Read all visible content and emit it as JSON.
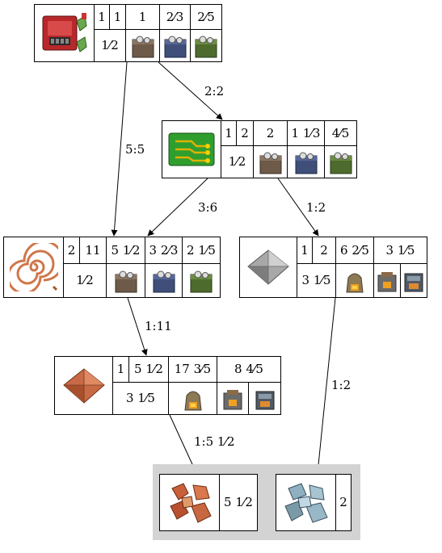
{
  "nodes": {
    "circuit_card": {
      "cells": [
        "1",
        "1",
        "1",
        "2⁄3",
        "2⁄5",
        "1⁄2"
      ],
      "icon": "red-circuit-assembler-icon",
      "machines": [
        "assembler-1-icon",
        "assembler-2-icon",
        "assembler-3-icon"
      ]
    },
    "electronic_circuit": {
      "cells": [
        "1",
        "2",
        "2",
        "1 1⁄3",
        "4⁄5",
        "1⁄2"
      ],
      "icon": "green-circuit-icon",
      "machines": [
        "assembler-1-icon",
        "assembler-2-icon",
        "assembler-3-icon"
      ]
    },
    "copper_cable": {
      "cells": [
        "2",
        "11",
        "5 1⁄2",
        "3 2⁄3",
        "2 1⁄5",
        "1⁄2"
      ],
      "icon": "copper-cable-icon",
      "machines": [
        "assembler-1-icon",
        "assembler-2-icon",
        "assembler-3-icon"
      ]
    },
    "iron_plate": {
      "cells": [
        "1",
        "2",
        "6 2⁄5",
        "3 1⁄5",
        "3 1⁄5"
      ],
      "icon": "iron-plate-icon",
      "machines": [
        "stone-furnace-icon",
        "steel-furnace-icon",
        "electric-furnace-icon"
      ]
    },
    "copper_plate": {
      "cells": [
        "1",
        "5 1⁄2",
        "17 3⁄5",
        "8 4⁄5",
        "3 1⁄5"
      ],
      "icon": "copper-plate-icon",
      "machines": [
        "stone-furnace-icon",
        "steel-furnace-icon",
        "electric-furnace-icon"
      ]
    }
  },
  "resources": {
    "copper_ore": {
      "icon": "copper-ore-icon",
      "value": "5 1⁄2"
    },
    "iron_ore": {
      "icon": "iron-ore-icon",
      "value": "2"
    }
  },
  "edges": {
    "e1": "2:2",
    "e2": "5:5",
    "e3": "3:6",
    "e4": "1:2",
    "e5": "1:11",
    "e6": "1:5 1⁄2",
    "e7": "1:2"
  },
  "colors": {
    "cluster_bg": "#d3d3d3",
    "edge": "#000000"
  }
}
